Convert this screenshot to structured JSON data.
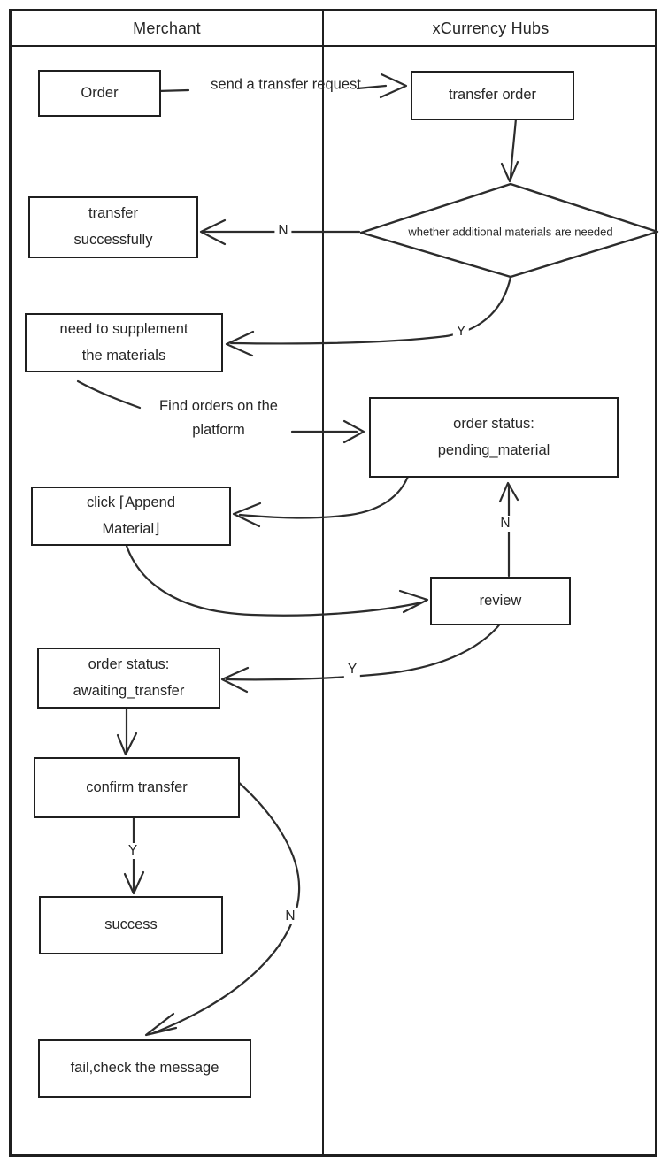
{
  "lanes": {
    "left": "Merchant",
    "right": "xCurrency Hubs"
  },
  "nodes": {
    "order": "Order",
    "transfer_order": "transfer order",
    "decision": "whether additional materials are needed",
    "transfer_successfully": "transfer successfully",
    "need_supplement": "need to supplement the materials",
    "pending_material": "order status: pending_material",
    "click_append": "click 「Append Material」",
    "review": "review",
    "awaiting_transfer": "order status: awaiting_transfer",
    "confirm_transfer": "confirm transfer",
    "success": "success",
    "fail": "fail,check the message"
  },
  "edge_labels": {
    "send_request": "send a transfer request",
    "find_orders": "Find orders on the platform",
    "decision_no": "N",
    "decision_yes": "Y",
    "review_no": "N",
    "review_yes": "Y",
    "confirm_yes": "Y",
    "confirm_no": "N"
  }
}
